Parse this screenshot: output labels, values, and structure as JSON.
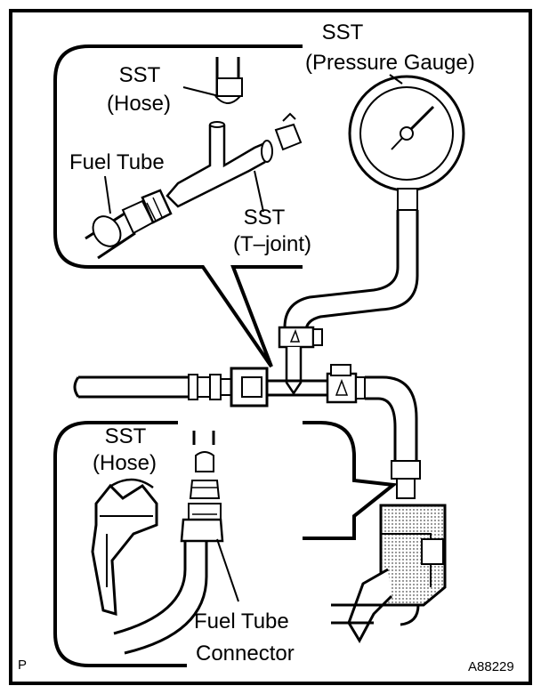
{
  "labels": {
    "sst_gauge_line1": "SST",
    "sst_gauge_line2": "(Pressure Gauge)",
    "sst_hose_top_line1": "SST",
    "sst_hose_top_line2": "(Hose)",
    "fuel_tube": "Fuel Tube",
    "sst_tjoint_line1": "SST",
    "sst_tjoint_line2": "(T–joint)",
    "sst_hose_bottom_line1": "SST",
    "sst_hose_bottom_line2": "(Hose)",
    "fuel_tube_connector_line1": "Fuel Tube",
    "fuel_tube_connector_line2": "Connector",
    "corner_code": "P",
    "figure_id": "A88229"
  },
  "colors": {
    "ink": "#000000",
    "paper": "#ffffff",
    "shade": "#d9d9d9"
  }
}
